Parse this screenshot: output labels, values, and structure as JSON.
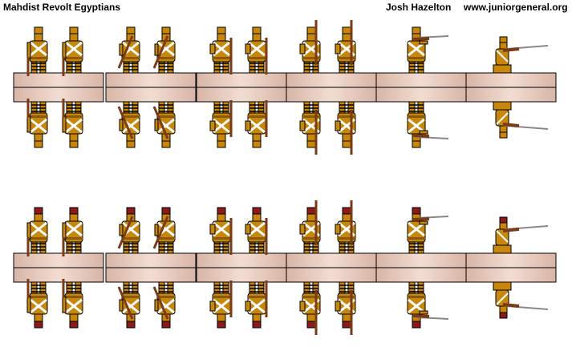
{
  "header": {
    "title": "Mahdist Revolt Egyptians",
    "author": "Josh Hazelton",
    "website": "www.juniorgeneral.org"
  },
  "palette": {
    "khaki": "#c8860a",
    "khaki_dark": "#8a5a06",
    "outline": "#000000",
    "belt_white": "#ffffff",
    "tarboosh_row1": "#c8860a",
    "tarboosh_row2": "#8b1a1a",
    "base_light": "#f3ddd2",
    "base_dark": "#d8b5a6",
    "rifle_wood": "#7a3b16",
    "rifle_metal": "#888888"
  },
  "rows": [
    {
      "tarboosh": "tarboosh_row1"
    },
    {
      "tarboosh": "tarboosh_row2"
    }
  ],
  "stands": [
    {
      "pose": "shoulder-arms"
    },
    {
      "pose": "port-arms"
    },
    {
      "pose": "ready"
    },
    {
      "pose": "advance"
    },
    {
      "pose": "firing-standing"
    },
    {
      "pose": "firing-kneeling"
    }
  ]
}
